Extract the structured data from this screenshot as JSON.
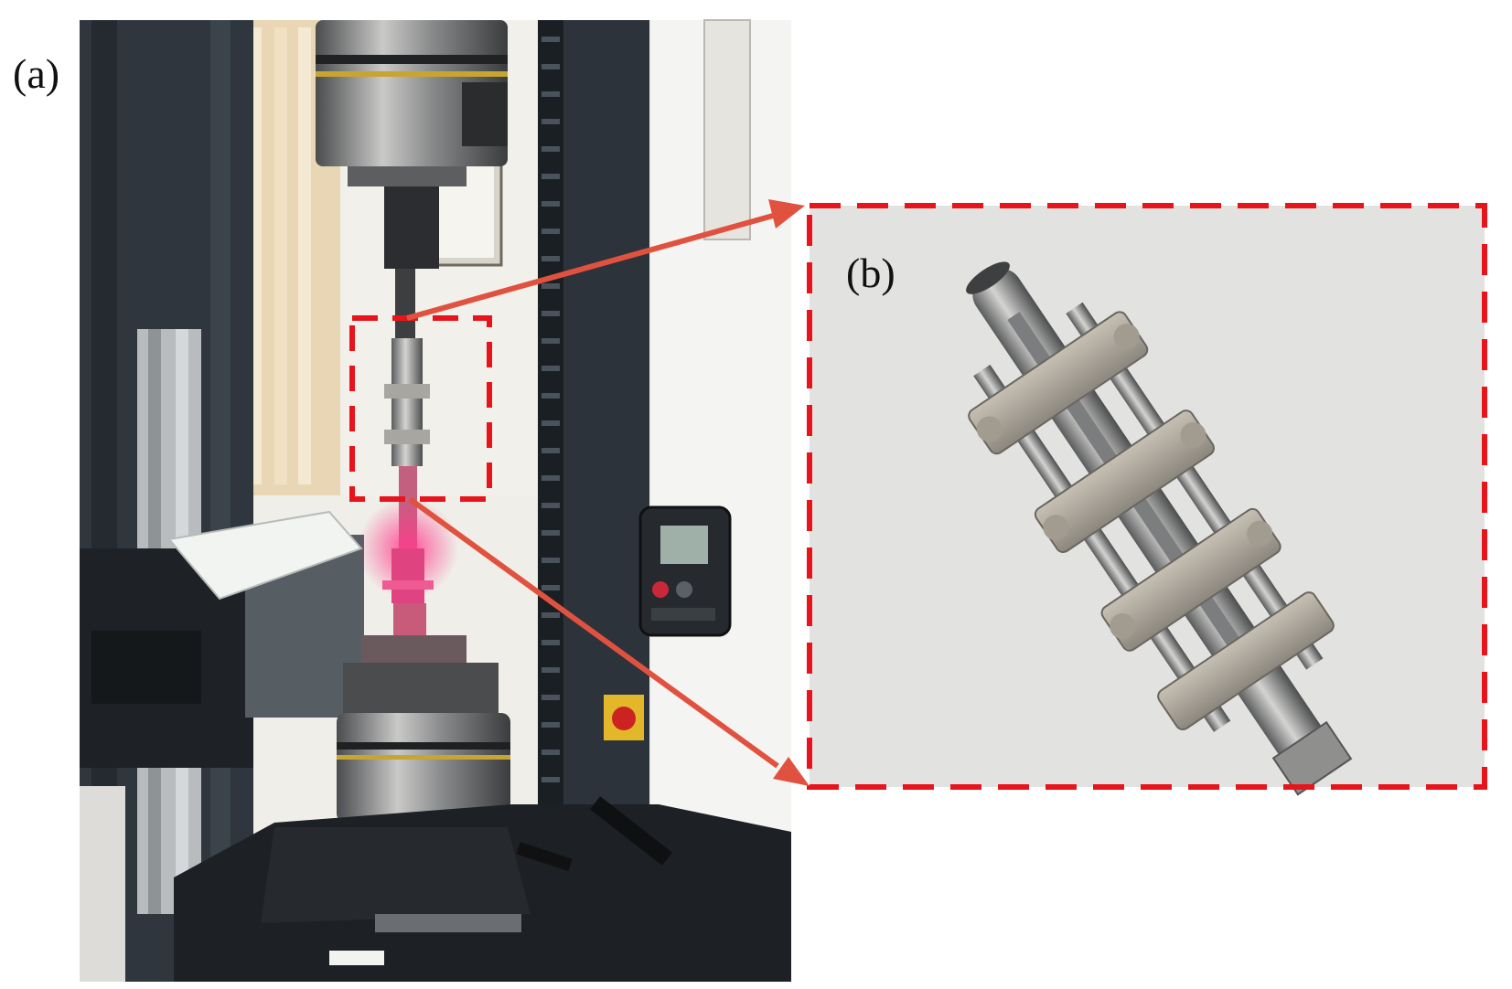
{
  "figure": {
    "panel_a": {
      "label": "(a)"
    },
    "panel_b": {
      "label": "(b)"
    },
    "colors": {
      "callout_red": "#e8141b",
      "arrow_red": "#e0523f",
      "inset_background": "#e2e2e0",
      "frame_dark": "#2c333a",
      "steel": "#9a9a98"
    },
    "icons": [
      "testing-machine-photo",
      "extensometer-photo",
      "dashed-callout-box",
      "callout-arrow"
    ]
  }
}
